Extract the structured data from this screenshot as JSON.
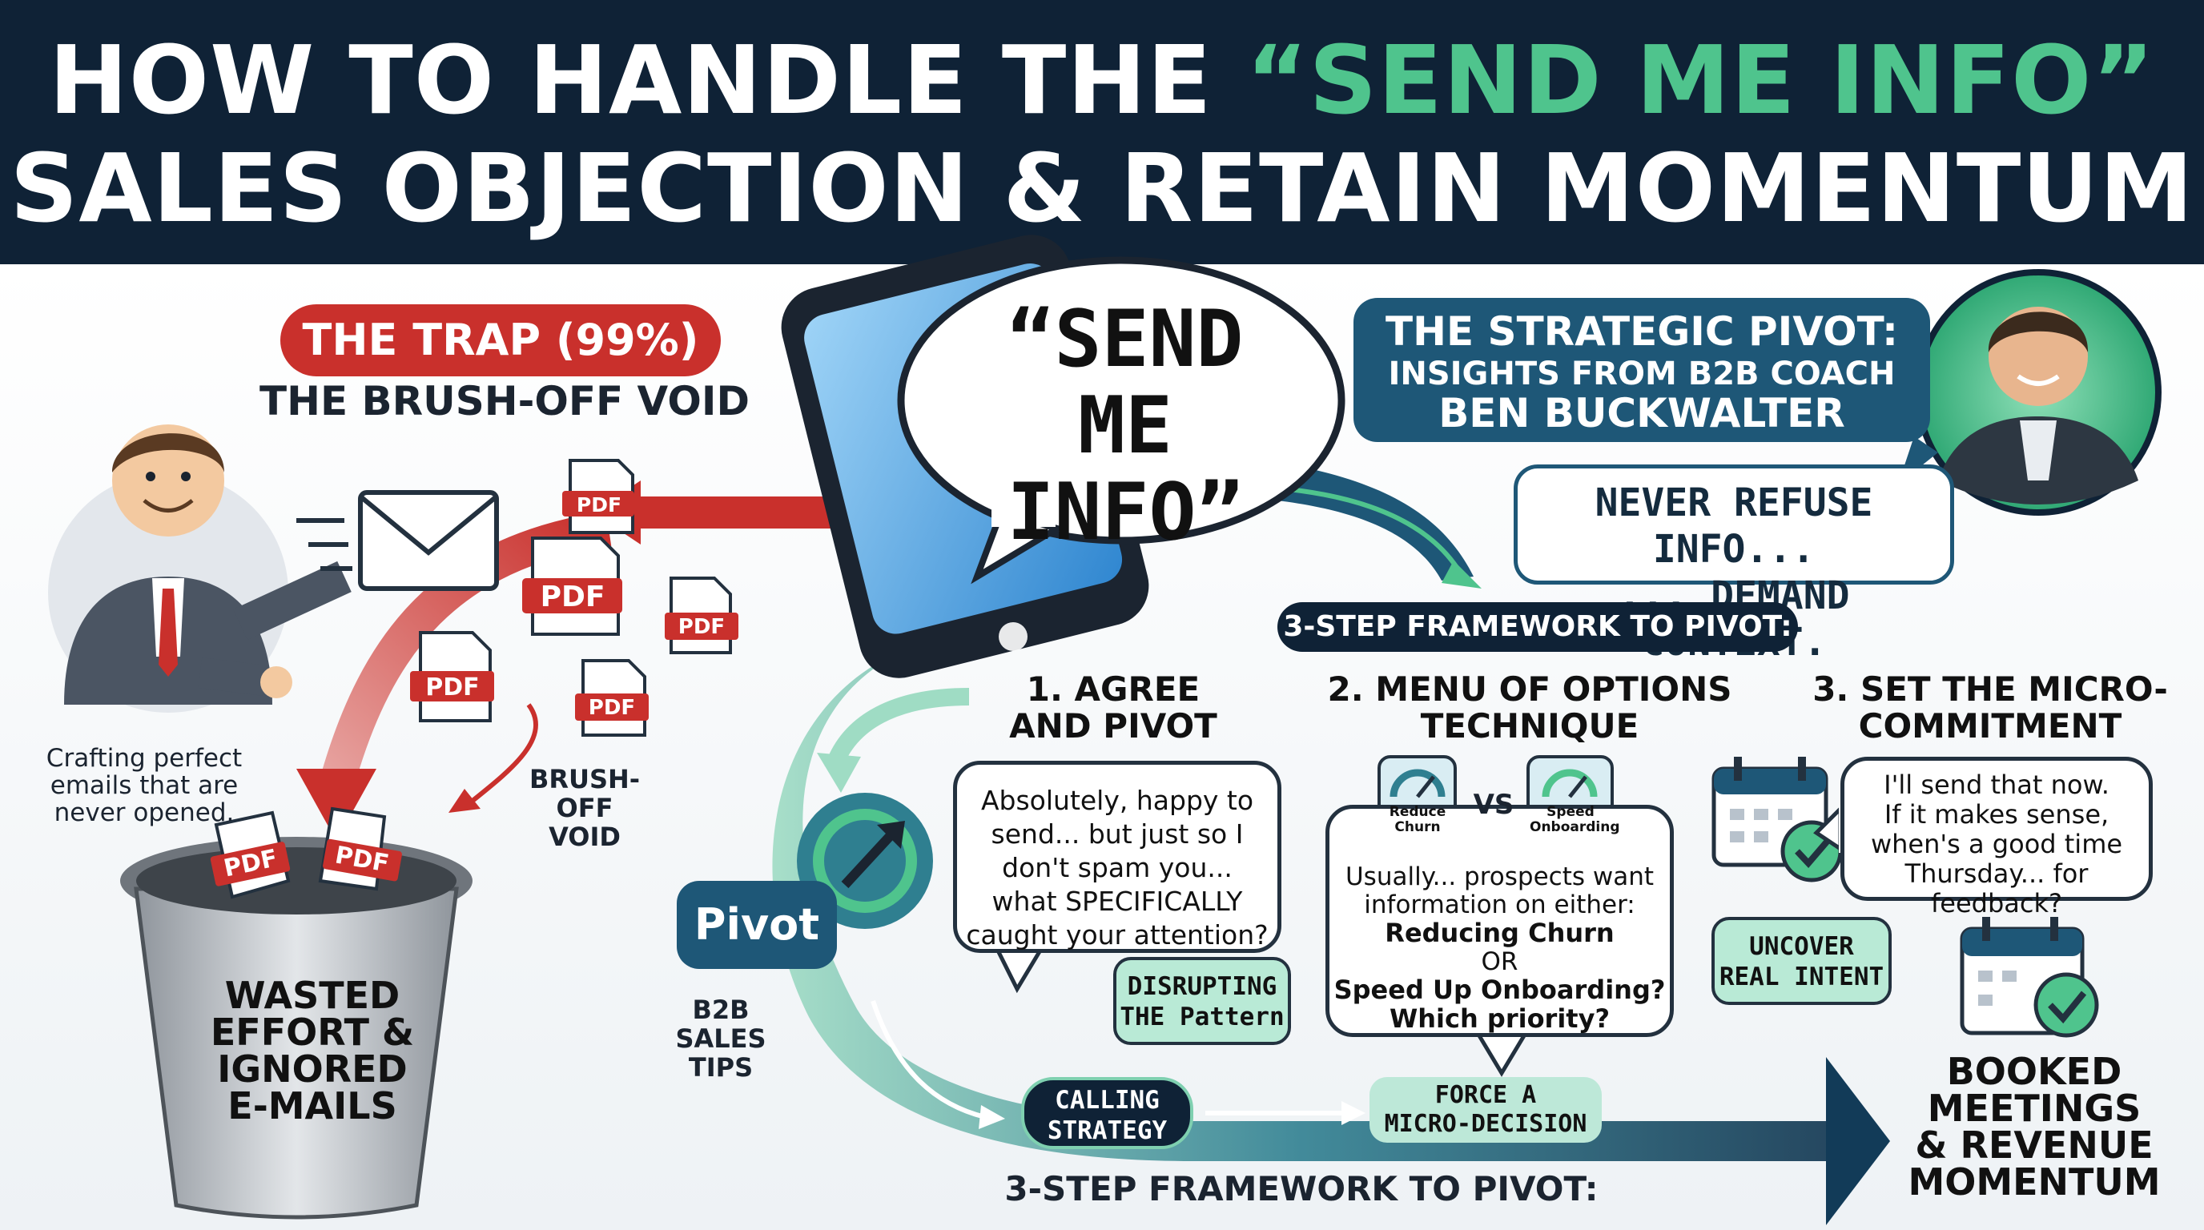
{
  "header": {
    "line1_pre": "HOW TO HANDLE THE ",
    "line1_highlight": "“SEND ME INFO”",
    "line2": "SALES OBJECTION & RETAIN MOMENTUM"
  },
  "trap": {
    "pill": "THE TRAP (99%)",
    "title": "THE BRUSH-OFF VOID",
    "pdf_label": "PDF",
    "crafting": [
      "Crafting perfect",
      "emails that are",
      "never opened."
    ],
    "brush_off": [
      "BRUSH-",
      "OFF",
      "VOID"
    ],
    "trash_text": [
      "WASTED",
      "EFFORT &",
      "IGNORED",
      "E-MAILS"
    ]
  },
  "phone_speech": [
    "“SEND",
    "ME INFO”"
  ],
  "pivot": {
    "line1": "THE STRATEGIC PIVOT:",
    "line2": "INSIGHTS FROM B2B COACH",
    "line3": "BEN BUCKWALTER",
    "quote_line1": "NEVER REFUSE INFO...",
    "quote_line2": "... DEMAND CONTEXT."
  },
  "framework_label": "3-STEP FRAMEWORK TO PIVOT:",
  "steps": {
    "s1_title": [
      "1. AGREE",
      "AND PIVOT"
    ],
    "s1_bubble": [
      "Absolutely, happy to",
      "send... but just so I",
      "don't spam you...",
      "what SPECIFICALLY",
      "caught your attention?"
    ],
    "s1_tag": [
      "DISRUPTING",
      "THE Pattern"
    ],
    "s2_title": [
      "2. MENU OF OPTIONS",
      "TECHNIQUE"
    ],
    "s2_opt_a": [
      "Reduce",
      "Churn"
    ],
    "s2_vs": "VS",
    "s2_opt_b": [
      "Speed",
      "Onboarding"
    ],
    "s2_bubble": [
      "Usually... prospects want",
      "information on either:",
      "Reducing Churn",
      "OR",
      "Speed Up Onboarding?",
      "Which priority?"
    ],
    "s3_title": [
      "3. SET THE MICRO-",
      "COMMITMENT"
    ],
    "s3_bubble": [
      "I'll send that now.",
      "If it makes sense,",
      "when's a good time",
      "Thursday... for feedback?"
    ],
    "s3_tag": [
      "UNCOVER",
      "REAL INTENT"
    ]
  },
  "flow": {
    "pivot_label": "Pivot",
    "tips": [
      "B2B",
      "SALES",
      "TIPS"
    ],
    "calling": [
      "CALLING",
      "STRATEGY"
    ],
    "force": [
      "FORCE A",
      "MICRO-DECISION"
    ],
    "bottom_label": "3-STEP FRAMEWORK TO PIVOT:",
    "result": [
      "BOOKED",
      "MEETINGS",
      "& REVENUE",
      "MOMENTUM"
    ]
  },
  "colors": {
    "navy": "#0f2236",
    "teal": "#1e5777",
    "green": "#4fc48d",
    "red": "#c9302c",
    "mint": "#b9ead6"
  },
  "icons": [
    "envelope-icon",
    "pdf-icon",
    "trash-can-icon",
    "smartphone-icon",
    "speech-bubble-icon",
    "coach-avatar",
    "gauge-icon",
    "calendar-icon",
    "check-icon",
    "pivot-arrow-icon"
  ]
}
